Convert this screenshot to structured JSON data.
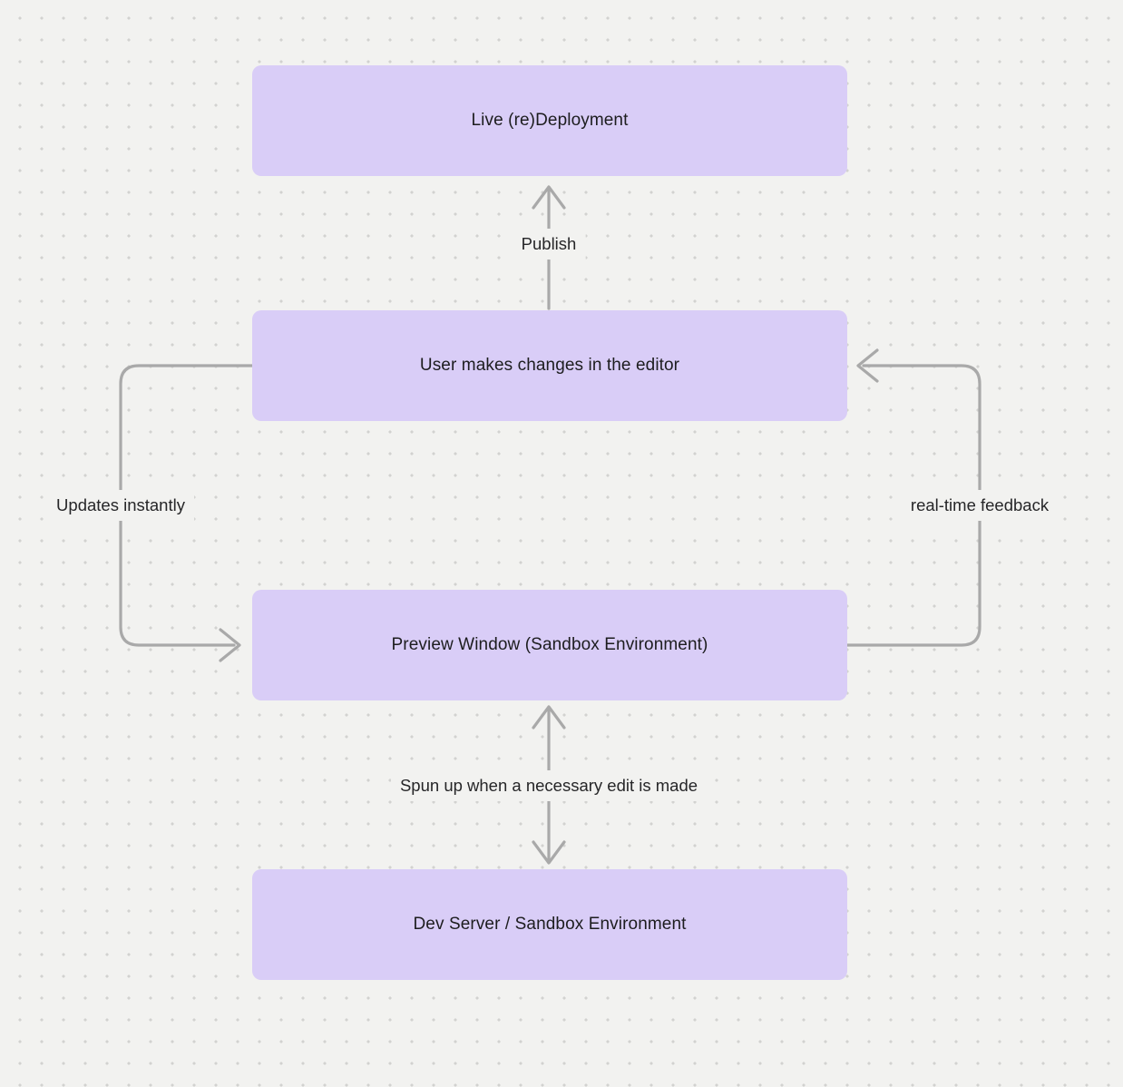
{
  "diagram": {
    "nodes": [
      {
        "id": "live-deployment",
        "label": "Live (re)Deployment"
      },
      {
        "id": "user-changes",
        "label": "User makes changes in the editor"
      },
      {
        "id": "preview-window",
        "label": "Preview Window (Sandbox Environment)"
      },
      {
        "id": "dev-server",
        "label": "Dev Server / Sandbox Environment"
      }
    ],
    "edge_labels": [
      {
        "id": "publish",
        "label": "Publish"
      },
      {
        "id": "updates-instantly",
        "label": "Updates instantly"
      },
      {
        "id": "real-time-feedback",
        "label": "real-time feedback"
      },
      {
        "id": "spun-up",
        "label": "Spun up when a necessary edit is made"
      }
    ],
    "edges_semantics": [
      {
        "from": "user-changes",
        "to": "live-deployment",
        "label": "Publish"
      },
      {
        "from": "user-changes",
        "to": "preview-window",
        "label": "Updates instantly"
      },
      {
        "from": "preview-window",
        "to": "user-changes",
        "label": "real-time feedback"
      },
      {
        "from": "preview-window",
        "to": "dev-server",
        "label": "Spun up when a necessary edit is made",
        "bidirectional": true
      }
    ],
    "colors": {
      "background": "#f2f2f0",
      "grid_dot": "#d2d2d0",
      "node_fill": "#d9cdf7",
      "node_text": "#1d1d1f",
      "arrow": "#a9a9a9",
      "edge_label_text": "#262628"
    }
  }
}
